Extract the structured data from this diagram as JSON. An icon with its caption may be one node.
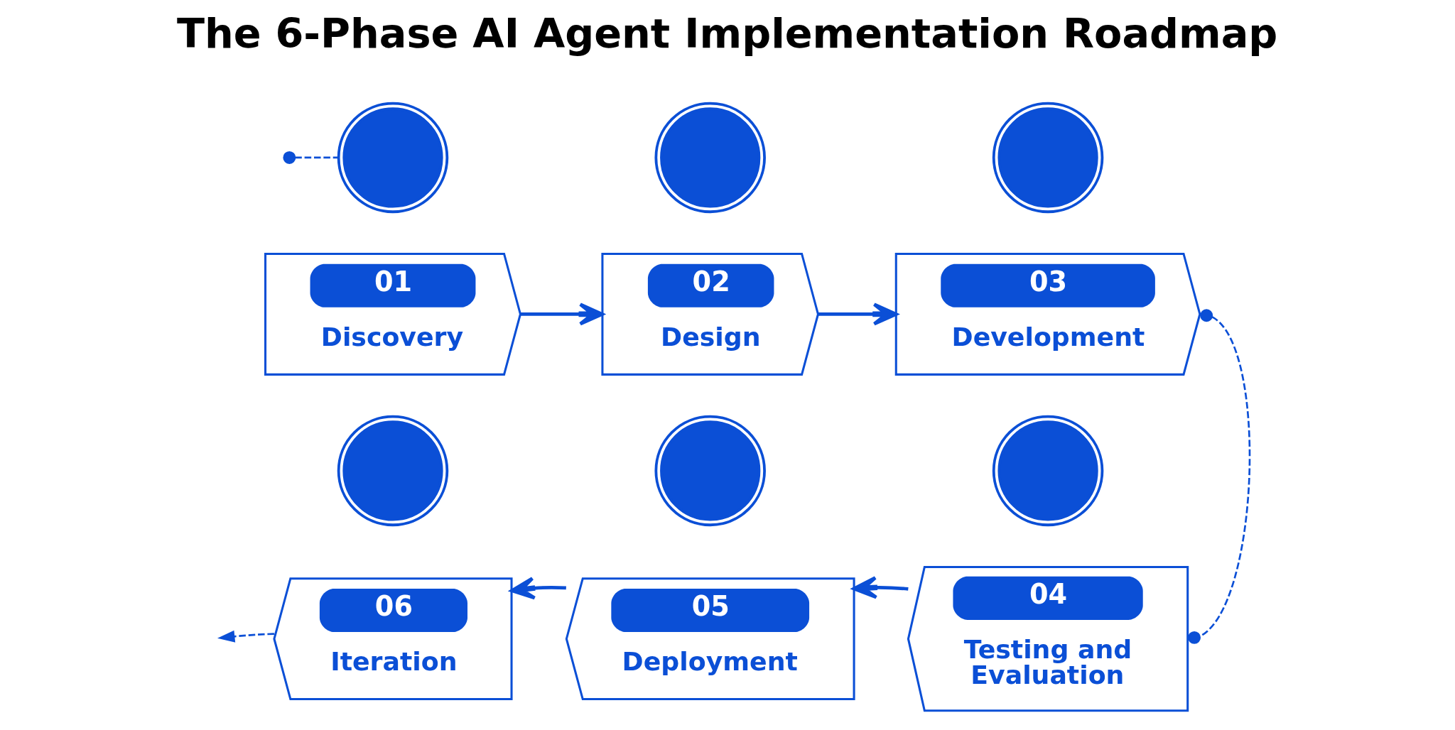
{
  "diagram": {
    "title": "The 6-Phase AI Agent Implementation Roadmap",
    "nodes": [
      {
        "text": [],
        "shape": "circle"
      },
      {
        "text": [
          "01",
          "Discovery"
        ]
      },
      {
        "text": [],
        "shape": "circle"
      },
      {
        "text": [
          "02",
          "Design"
        ]
      },
      {
        "text": [],
        "shape": "circle"
      },
      {
        "text": [
          "03",
          "Development"
        ]
      },
      {
        "text": [],
        "shape": "circle"
      },
      {
        "text": [
          "04",
          "Testing and Evaluation"
        ]
      },
      {
        "text": [],
        "shape": "circle"
      },
      {
        "text": [
          "05",
          "Deployment"
        ]
      },
      {
        "text": [],
        "shape": "circle"
      },
      {
        "text": [
          "06",
          "Iteration"
        ]
      }
    ],
    "edges": [
      {
        "from": null,
        "to": 0,
        "arrow": "other",
        "style": "dashed"
      },
      {
        "from": 1,
        "to": 3,
        "arrow": "to"
      },
      {
        "from": 3,
        "to": 5,
        "arrow": "to"
      },
      {
        "from": 5,
        "to": 7,
        "arrow": "other",
        "style": "dashed"
      },
      {
        "from": 7,
        "to": 9,
        "arrow": "to"
      },
      {
        "from": 9,
        "to": 11,
        "arrow": "to"
      },
      {
        "from": 11,
        "to": null,
        "arrow": "to",
        "style": "dashed"
      }
    ]
  }
}
